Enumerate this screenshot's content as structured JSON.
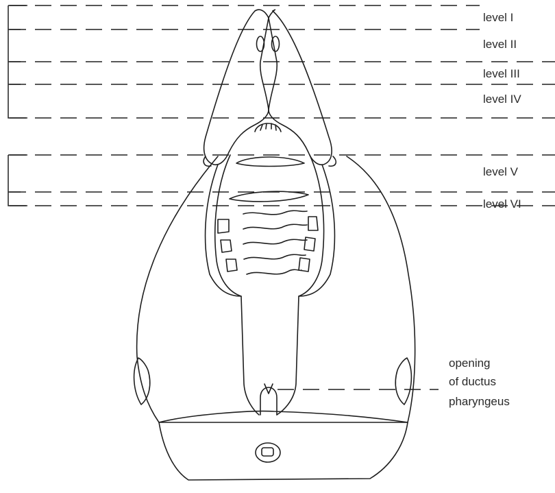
{
  "labels": {
    "level_1": "level I",
    "level_2": "level II",
    "level_3": "level III",
    "level_4": "level IV",
    "level_5": "level V",
    "level_6": "level VI",
    "opening_line1": "opening",
    "opening_line2": "of ductus",
    "opening_line3": "pharyngeus"
  },
  "colors": {
    "ink": "#1e1e1e",
    "text": "#2a2a2a",
    "background": "#ffffff"
  }
}
